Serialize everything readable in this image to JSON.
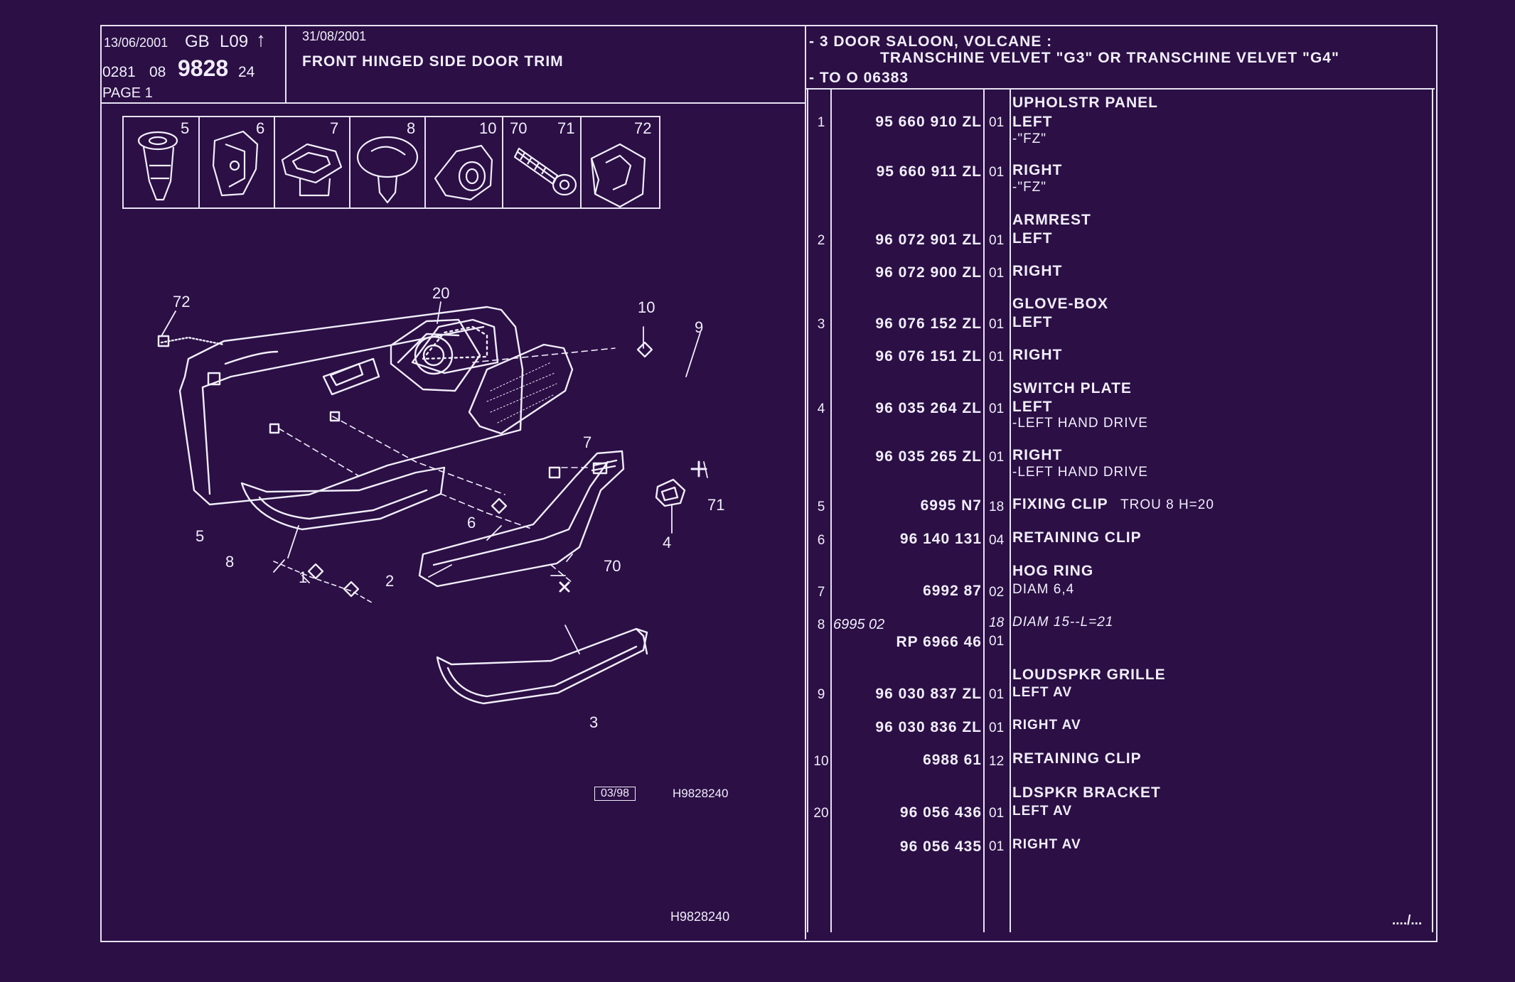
{
  "header": {
    "date1": "13/06/2001",
    "lang": "GB",
    "code": "L09",
    "arrow": "↑",
    "ref_left": "0281",
    "ref_mid": "08",
    "ref_main": "9828",
    "ref_suffix": "24",
    "page": "PAGE 1",
    "date2": "31/08/2001",
    "title": "FRONT HINGED SIDE DOOR TRIM",
    "cond1": "- 3 DOOR SALOON, VOLCANE :",
    "cond2": "TRANSCHINE VELVET \"G3\" OR TRANSCHINE VELVET \"G4\"",
    "cond3": "- TO O 06383"
  },
  "fastener_strip": {
    "labels": [
      "5",
      "6",
      "7",
      "8",
      "10",
      "70",
      "71",
      "72"
    ]
  },
  "diagram": {
    "callouts": [
      "72",
      "20",
      "10",
      "9",
      "7",
      "71",
      "6",
      "4",
      "5",
      "8",
      "1",
      "2",
      "70",
      "3"
    ],
    "stamp": "03/98",
    "ref1": "H9828240",
    "ref2": "H9828240"
  },
  "parts": [
    {
      "group": "UPHOLSTR PANEL"
    },
    {
      "no": "1",
      "part": "95 660 910 ZL",
      "qty": "01",
      "desc": "LEFT",
      "sub": "-\"FZ\""
    },
    {
      "part": "95 660 911 ZL",
      "qty": "01",
      "desc": "RIGHT",
      "sub": "-\"FZ\""
    },
    {
      "group": "ARMREST"
    },
    {
      "no": "2",
      "part": "96 072 901 ZL",
      "qty": "01",
      "desc": "LEFT"
    },
    {
      "part": "96 072 900 ZL",
      "qty": "01",
      "desc": "RIGHT"
    },
    {
      "group": "GLOVE-BOX"
    },
    {
      "no": "3",
      "part": "96 076 152 ZL",
      "qty": "01",
      "desc": "LEFT"
    },
    {
      "part": "96 076 151 ZL",
      "qty": "01",
      "desc": "RIGHT"
    },
    {
      "group": "SWITCH PLATE"
    },
    {
      "no": "4",
      "part": "96 035 264 ZL",
      "qty": "01",
      "desc": "LEFT",
      "sub": "-LEFT HAND DRIVE"
    },
    {
      "part": "96 035 265 ZL",
      "qty": "01",
      "desc": "RIGHT",
      "sub": "-LEFT HAND DRIVE"
    },
    {
      "no": "5",
      "part": "6995 N7",
      "qty": "18",
      "desc": "FIXING CLIP",
      "extra": "TROU 8 H=20"
    },
    {
      "no": "6",
      "part": "96 140 131",
      "qty": "04",
      "desc": "RETAINING CLIP"
    },
    {
      "group": "HOG RING"
    },
    {
      "no": "7",
      "part": "6992 87",
      "qty": "02",
      "desc": "DIAM 6,4"
    },
    {
      "no": "8",
      "old": "6995 02",
      "old_qty": "18",
      "old_desc": "DIAM 15--L=21",
      "part": "RP 6966 46",
      "qty": "01"
    },
    {
      "group": "LOUDSPKR GRILLE"
    },
    {
      "no": "9",
      "part": "96 030 837 ZL",
      "qty": "01",
      "desc": "LEFT AV"
    },
    {
      "part": "96 030 836 ZL",
      "qty": "01",
      "desc": "RIGHT AV"
    },
    {
      "no": "10",
      "part": "6988 61",
      "qty": "12",
      "desc": "RETAINING CLIP"
    },
    {
      "group": "LDSPKR BRACKET"
    },
    {
      "no": "20",
      "part": "96 056 436",
      "qty": "01",
      "desc": "LEFT AV"
    },
    {
      "part": "96 056 435",
      "qty": "01",
      "desc": "RIGHT AV"
    }
  ],
  "footer": {
    "continued": "..../..."
  },
  "colors": {
    "background": "#2b0f45",
    "ink": "#f1eefa"
  }
}
